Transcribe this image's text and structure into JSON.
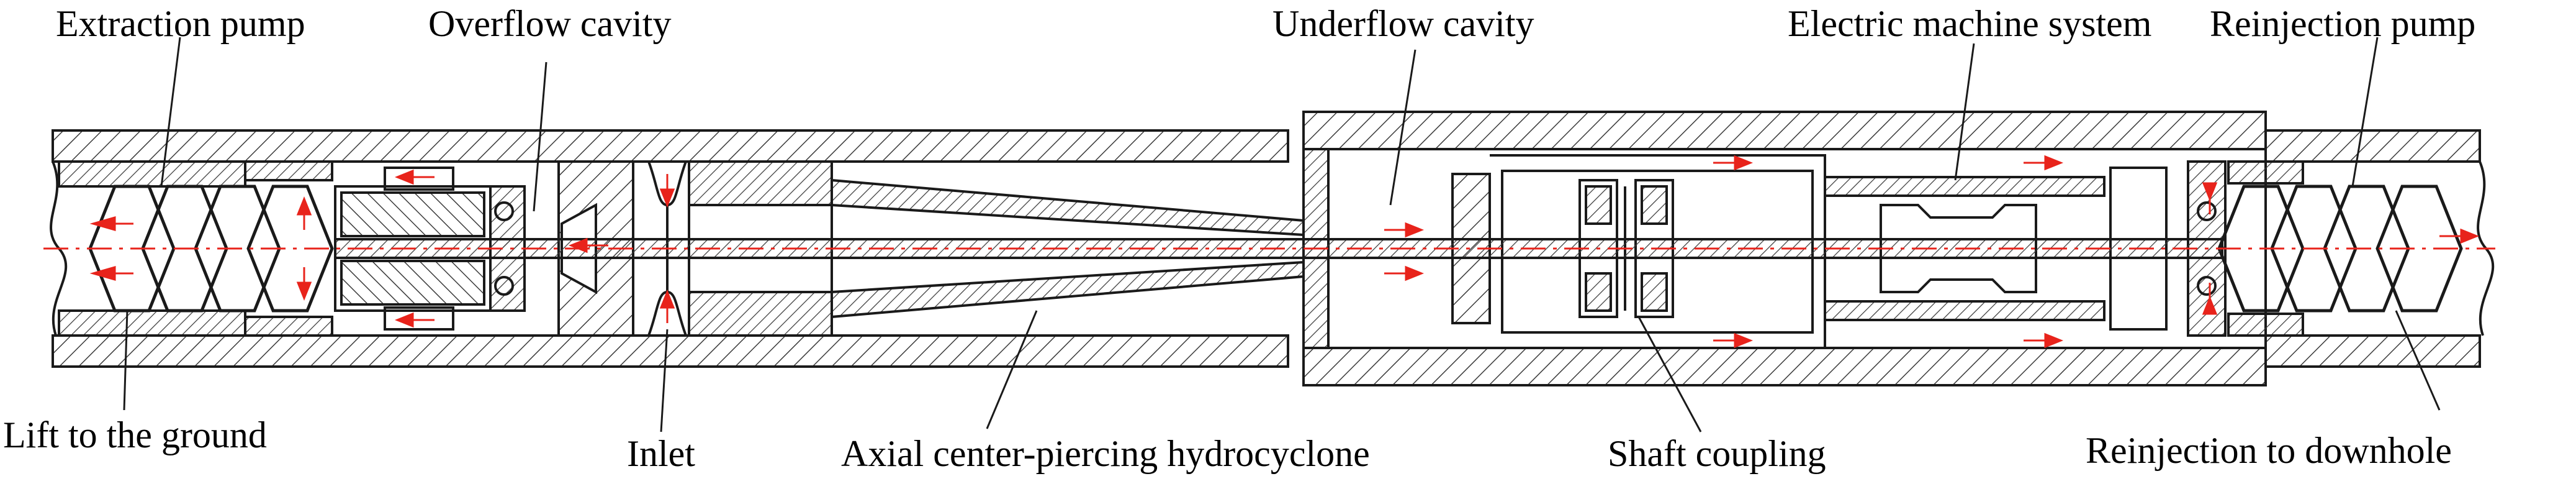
{
  "labels": {
    "extraction_pump": "Extraction pump",
    "overflow_cavity": "Overflow cavity",
    "underflow_cavity": "Underflow cavity",
    "electric_machine_system": "Electric machine system",
    "reinjection_pump": "Reinjection pump",
    "lift_to_ground": "Lift to the ground",
    "inlet": "Inlet",
    "hydrocyclone": "Axial center-piercing hydrocyclone",
    "shaft_coupling": "Shaft coupling",
    "reinjection_downhole": "Reinjection to downhole"
  },
  "colors": {
    "line": "#1a1a1a",
    "hatch": "#3a3a3a",
    "flow_arrow": "#e8231b",
    "centerline": "#e8231b"
  }
}
